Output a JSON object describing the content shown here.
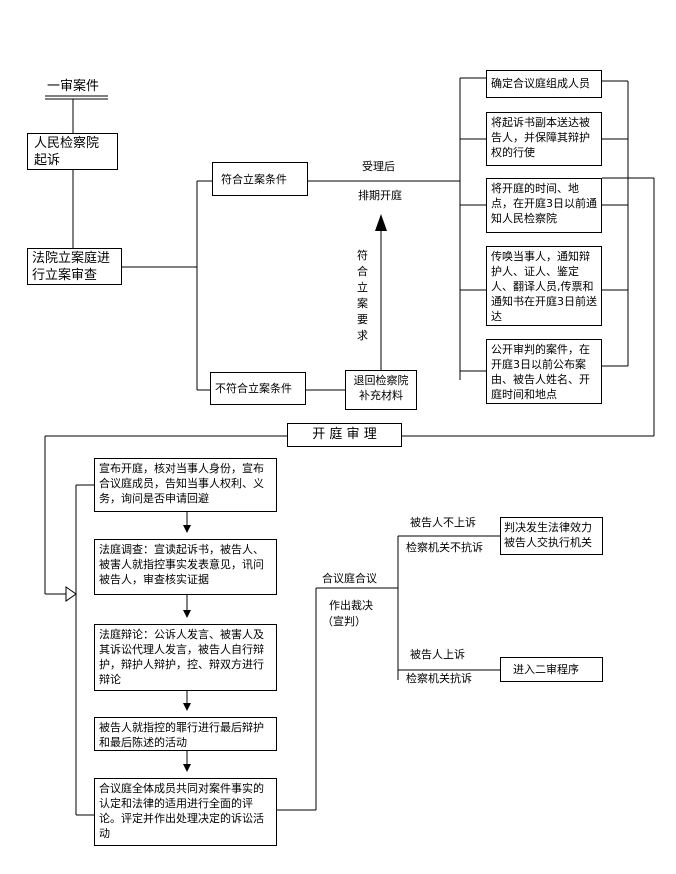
{
  "title": "一审案件",
  "prosecution": "人民检察院\n起诉",
  "filing_review": "法院立案庭进\n行立案审查",
  "meets_conditions": "符合立案条件",
  "not_meet_conditions": "不符合立案条件",
  "after_acceptance": "受理后",
  "schedule_hearing": "排期开庭",
  "meets_filing_requirements": "符合立案要求",
  "return_supplement": "退回检察院\n补充材料",
  "prep_steps": [
    "确定合议庭组成人员",
    "将起诉书副本送达被告人，并保障其辩护权的行使",
    "将开庭的时间、地点，在开庭3日以前通知人民检察院",
    "传唤当事人，通知辩护人、证人、鉴定人、翻译人员,传票和通知书在开庭3日前送达",
    "公开审判的案件，在开庭3日以前公布案由、被告人姓名、开庭时间和地点"
  ],
  "trial_banner": "开 庭 审 理",
  "trial_steps": [
    "宣布开庭，核对当事人身份，宣布合议庭成员，告知当事人权利、义务，询问是否申请回避",
    "法庭调查：宣读起诉书，被告人、被害人就指控事实发表意见，讯问被告人，审查核实证据",
    "法庭辩论：公诉人发言、被害人及其诉讼代理人发言，被告人自行辩护，辩护人辩护，控、辩双方进行辩论",
    "被告人就指控的罪行进行最后辩护和最后陈述的活动",
    "合议庭全体成员共同对案件事实的认定和法律的适用进行全面的评论。评定并作出处理决定的诉讼活动"
  ],
  "collegial_panel": "合议庭合议",
  "make_ruling": "作出裁决",
  "pronounce": "（宣判）",
  "no_appeal_defendant": "被告人不上诉",
  "no_protest_procuratorate": "检察机关不抗诉",
  "judgment_effective": "判决发生法律效力\n被告人交执行机关",
  "appeal_defendant": "被告人上诉",
  "protest_procuratorate": "检察机关抗诉",
  "second_instance": "进入二审程序"
}
